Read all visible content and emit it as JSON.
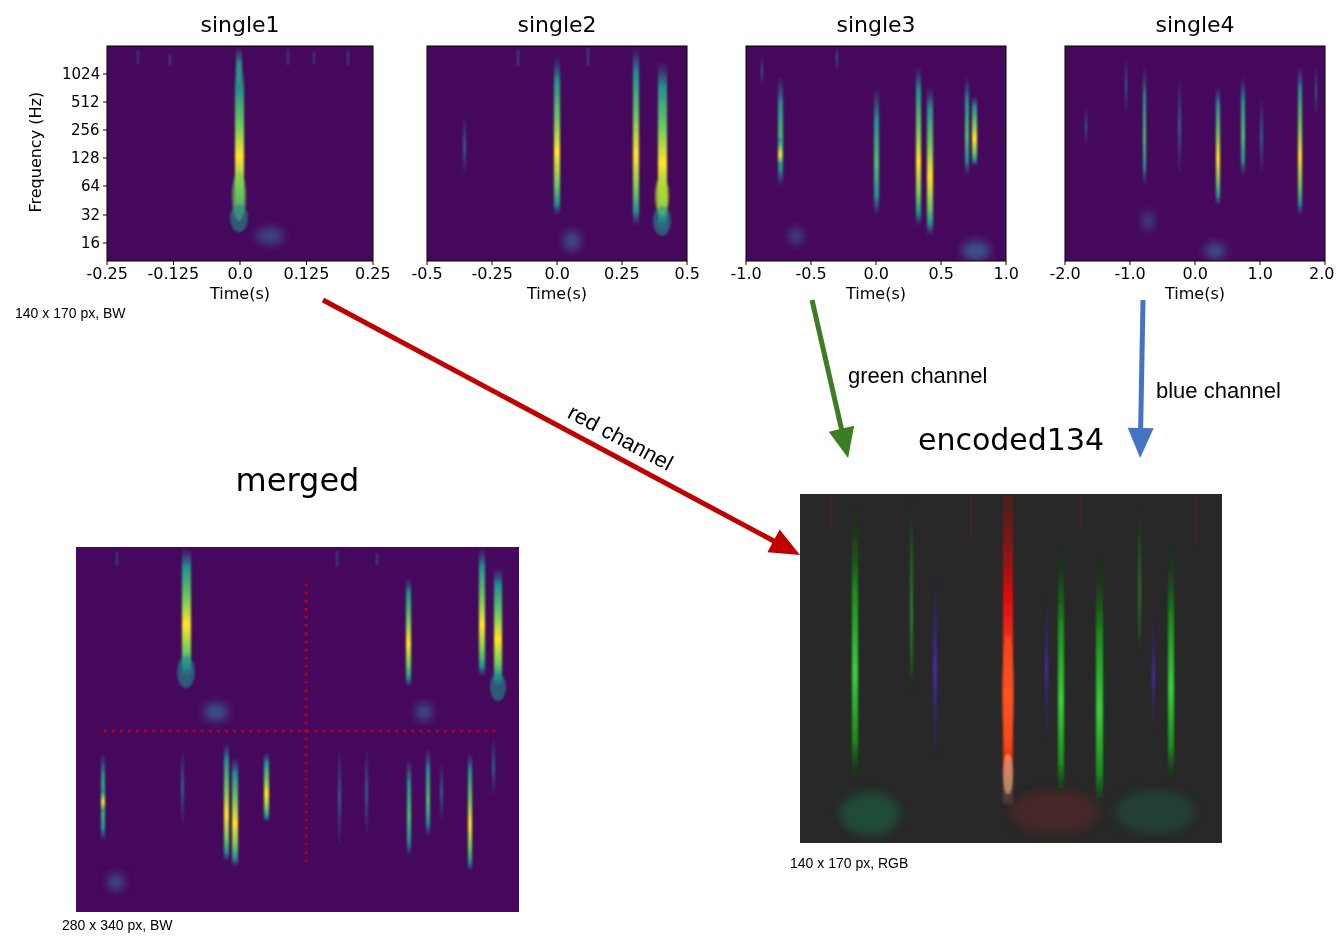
{
  "diagram": {
    "nodes": [
      {
        "text": [
          "single1"
        ]
      },
      {
        "text": [
          "single2"
        ]
      },
      {
        "text": [
          "single3"
        ]
      },
      {
        "text": [
          "single4"
        ]
      },
      {
        "text": [
          "encoded134"
        ]
      },
      {
        "text": [
          "merged"
        ]
      }
    ],
    "edges": [
      {
        "from": 0,
        "to": 4,
        "label": "red channel",
        "arrow": "to"
      },
      {
        "from": 2,
        "to": 4,
        "label": "green channel",
        "arrow": "to"
      },
      {
        "from": 3,
        "to": 4,
        "label": "blue channel",
        "arrow": "to"
      }
    ],
    "labels": [
      "Frequency (Hz)",
      "1024",
      "512",
      "256",
      "128",
      "64",
      "32",
      "16",
      "-0.25",
      "-0.125",
      "0.0",
      "0.125",
      "0.25",
      "Time(s)",
      "140 x 170 px, BW",
      "-0.5",
      "-0.25",
      "0.0",
      "0.25",
      "0.5",
      "Time(s)",
      "-1.0",
      "-0.5",
      "0.0",
      "0.5",
      "1.0",
      "Time(s)",
      "-2.0",
      "-1.0",
      "0.0",
      "1.0",
      "2.0",
      "Time(s)",
      "140 x 170 px, RGB",
      "280 x 340 px, BW"
    ]
  }
}
